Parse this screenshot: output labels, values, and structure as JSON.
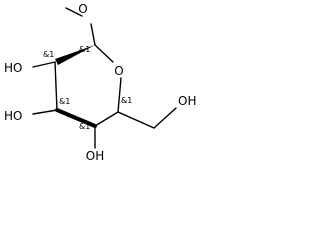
{
  "molecule": {
    "atoms": {
      "ring_oxygen": "O",
      "hydroxyl_c2": "HO",
      "hydroxyl_c3": "HO",
      "hydroxyl_c4": "OH",
      "hydroxyl_c6": "OH"
    },
    "stereo_labels": {
      "c1": "&1",
      "c2": "&1",
      "c3": "&1",
      "c4": "&1",
      "c5": "&1"
    }
  },
  "colors": {
    "bond": "#000000",
    "label": "#000000",
    "background": "#ffffff"
  }
}
